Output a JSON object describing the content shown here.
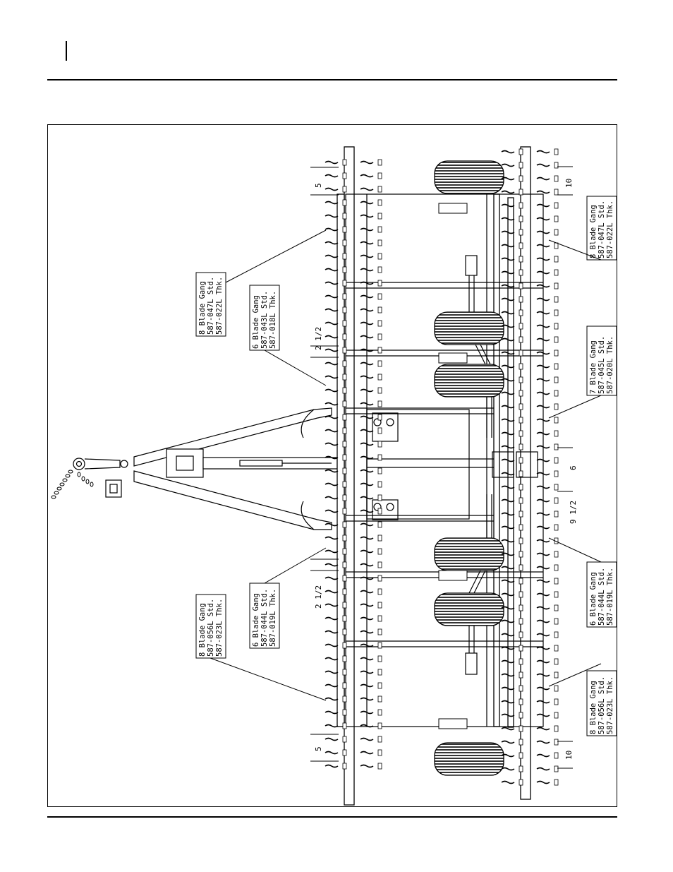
{
  "labels": {
    "tl": [
      "8 Blade Gang",
      "587-047L Std.",
      "587-022L Thk."
    ],
    "tl2": [
      "6 Blade Gang",
      "587-043L Std.",
      "587-018L Thk."
    ],
    "bl2": [
      "6 Blade Gang",
      "587-044L Std.",
      "587-019L Thk."
    ],
    "bl": [
      "8 Blade Gang",
      "587-056L Std.",
      "587-023L Thk."
    ],
    "tr": [
      "8 Blade Gang",
      "587-047L Std.",
      "587-022L Thk."
    ],
    "mr": [
      "7 Blade Gang",
      "587-045L Std.",
      "587-020L Thk."
    ],
    "br2": [
      "6 Blade Gang",
      "587-044L Std.",
      "587-019L Thk."
    ],
    "br": [
      "8 Blade Gang",
      "587-056L Std.",
      "587-023L Thk."
    ]
  },
  "dims": {
    "left_top": "5",
    "left_upper_mid": "2 1/2",
    "left_lower_mid": "2 1/2",
    "left_bottom": "5",
    "right_top": "10",
    "right_center": "6",
    "right_center_b": "9 1/2",
    "right_bottom": "10"
  }
}
